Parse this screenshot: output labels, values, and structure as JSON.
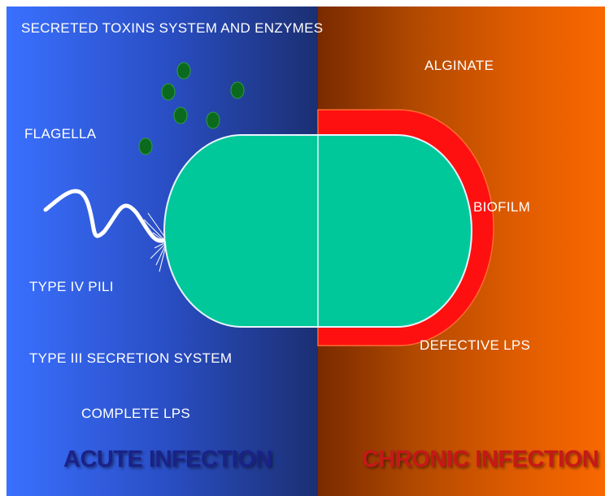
{
  "labels": {
    "secreted_toxins": "SECRETED TOXINS SYSTEM AND ENZYMES",
    "flagella": "FLAGELLA",
    "type_iv_pili": "TYPE IV PILI",
    "type_iii_secretion": "TYPE III SECRETION SYSTEM",
    "complete_lps": "COMPLETE LPS",
    "alginate": "ALGINATE",
    "biofilm": "BIOFILM",
    "defective_lps": "DEFECTIVE LPS"
  },
  "titles": {
    "acute": "ACUTE INFECTION",
    "chronic": "CHRONIC INFECTION"
  },
  "colors": {
    "cell_fill": "#00c89a",
    "biofilm_red": "#ff1010",
    "toxin_green": "#0b6a1e",
    "acute_title": "#1a2288",
    "chronic_title": "#c61818"
  }
}
